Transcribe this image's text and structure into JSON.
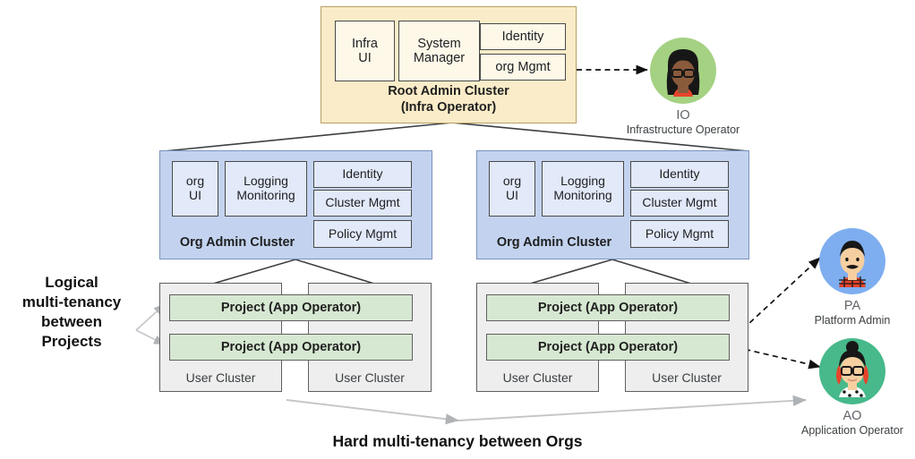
{
  "diagram": {
    "root_cluster": {
      "title_line1": "Root Admin Cluster",
      "title_line2": "(Infra Operator)",
      "components": [
        {
          "label": "Infra\nUI",
          "name": "infra-ui"
        },
        {
          "label": "System\nManager",
          "name": "system-manager"
        },
        {
          "label": "Identity",
          "name": "identity"
        },
        {
          "label": "org Mgmt",
          "name": "org-mgmt"
        }
      ]
    },
    "org_clusters": [
      {
        "title": "Org Admin Cluster",
        "components": [
          {
            "label": "org\nUI",
            "name": "org-ui"
          },
          {
            "label": "Logging\nMonitoring",
            "name": "logging-monitoring"
          },
          {
            "label": "Identity",
            "name": "identity"
          },
          {
            "label": "Cluster Mgmt",
            "name": "cluster-mgmt"
          },
          {
            "label": "Policy Mgmt",
            "name": "policy-mgmt"
          }
        ],
        "projects": [
          "Project (App Operator)",
          "Project (App Operator)"
        ],
        "user_clusters": [
          "User Cluster",
          "User Cluster"
        ]
      },
      {
        "title": "Org Admin Cluster",
        "components": [
          {
            "label": "org\nUI",
            "name": "org-ui"
          },
          {
            "label": "Logging\nMonitoring",
            "name": "logging-monitoring"
          },
          {
            "label": "Identity",
            "name": "identity"
          },
          {
            "label": "Cluster Mgmt",
            "name": "cluster-mgmt"
          },
          {
            "label": "Policy Mgmt",
            "name": "policy-mgmt"
          }
        ],
        "projects": [
          "Project (App Operator)",
          "Project  (App Operator)"
        ],
        "user_clusters": [
          "User Cluster",
          "User Cluster"
        ]
      }
    ],
    "annotations": {
      "left_label": "Logical\nmulti-tenancy\nbetween\nProjects",
      "bottom_label": "Hard multi-tenancy between Orgs"
    },
    "personas": [
      {
        "abbr": "IO",
        "role": "Infrastructure Operator",
        "circle_color": "#a4d182",
        "name": "persona-io"
      },
      {
        "abbr": "PA",
        "role": "Platform Admin",
        "circle_color": "#7eaef0",
        "name": "persona-pa"
      },
      {
        "abbr": "AO",
        "role": "Application Operator",
        "circle_color": "#47b98a",
        "name": "persona-ao"
      }
    ],
    "colors": {
      "root_fill": "#faecc8",
      "org_fill": "#c3d3ef",
      "project_fill": "#d7e8d2",
      "user_cluster_fill": "#eeeeee"
    }
  }
}
